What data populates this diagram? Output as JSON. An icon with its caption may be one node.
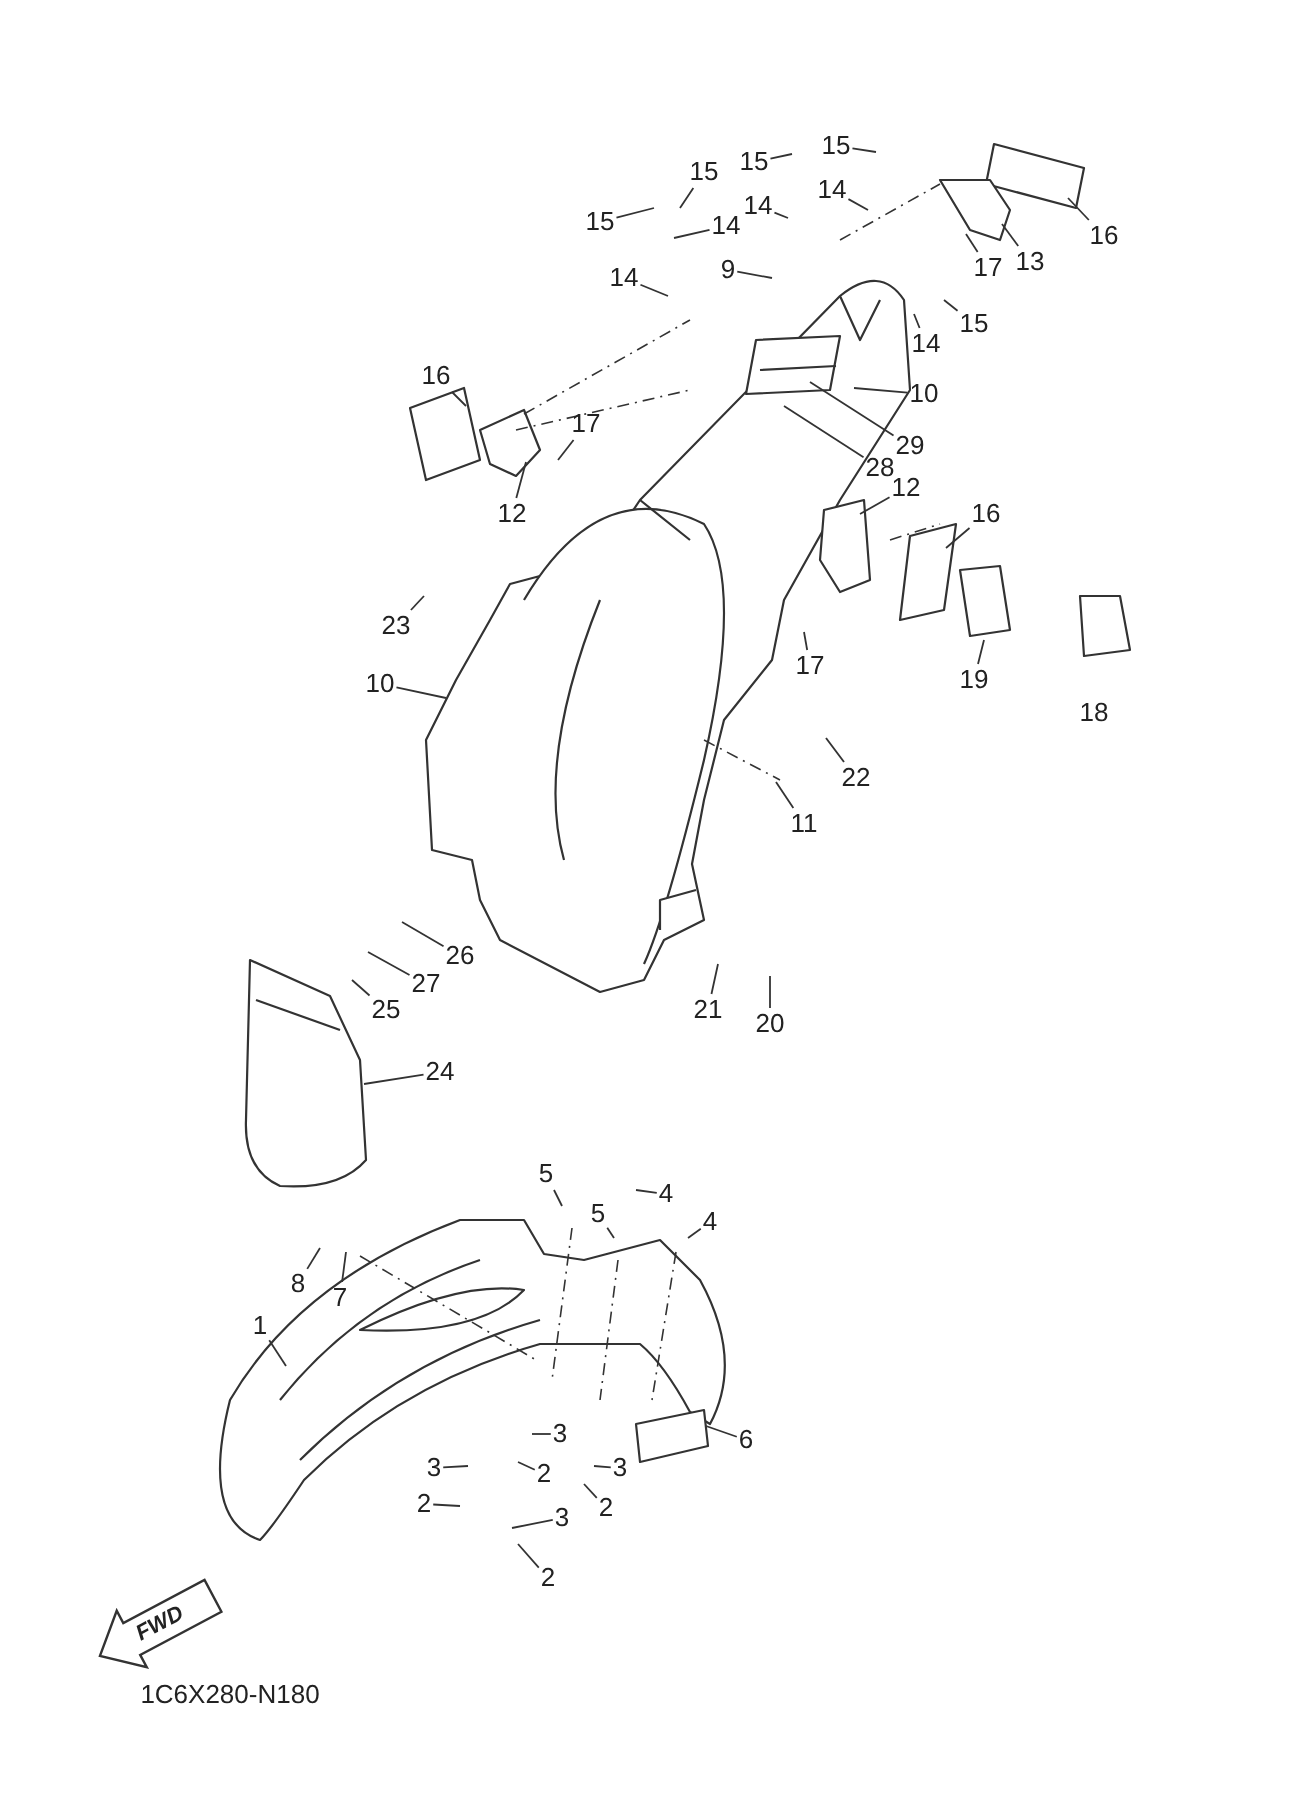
{
  "diagram": {
    "nodes": [
      {
        "text": [
          "15"
        ]
      },
      {
        "text": [
          "15"
        ]
      },
      {
        "text": [
          "15"
        ]
      },
      {
        "text": [
          "14"
        ]
      },
      {
        "text": [
          "14"
        ]
      },
      {
        "text": [
          "15"
        ]
      },
      {
        "text": [
          "14"
        ]
      },
      {
        "text": [
          "16"
        ]
      },
      {
        "text": [
          "13"
        ]
      },
      {
        "text": [
          "9"
        ]
      },
      {
        "text": [
          "17"
        ]
      },
      {
        "text": [
          "14"
        ]
      },
      {
        "text": [
          "15"
        ]
      },
      {
        "text": [
          "14"
        ]
      },
      {
        "text": [
          "16"
        ]
      },
      {
        "text": [
          "10"
        ]
      },
      {
        "text": [
          "17"
        ]
      },
      {
        "text": [
          "29"
        ]
      },
      {
        "text": [
          "28"
        ]
      },
      {
        "text": [
          "12"
        ]
      },
      {
        "text": [
          "12"
        ]
      },
      {
        "text": [
          "16"
        ]
      },
      {
        "text": [
          "23"
        ]
      },
      {
        "text": [
          "17"
        ]
      },
      {
        "text": [
          "19"
        ]
      },
      {
        "text": [
          "10"
        ]
      },
      {
        "text": [
          "22"
        ]
      },
      {
        "text": [
          "11"
        ]
      },
      {
        "text": [
          "26"
        ]
      },
      {
        "text": [
          "27"
        ]
      },
      {
        "text": [
          "25"
        ]
      },
      {
        "text": [
          "21"
        ]
      },
      {
        "text": [
          "20"
        ]
      },
      {
        "text": [
          "24"
        ]
      },
      {
        "text": [
          "5"
        ]
      },
      {
        "text": [
          "4"
        ]
      },
      {
        "text": [
          "5"
        ]
      },
      {
        "text": [
          "4"
        ]
      },
      {
        "text": [
          "8"
        ]
      },
      {
        "text": [
          "7"
        ]
      },
      {
        "text": [
          "1"
        ]
      },
      {
        "text": [
          "3"
        ]
      },
      {
        "text": [
          "6"
        ]
      },
      {
        "text": [
          "3"
        ]
      },
      {
        "text": [
          "2"
        ]
      },
      {
        "text": [
          "3"
        ]
      },
      {
        "text": [
          "2"
        ]
      },
      {
        "text": [
          "2"
        ]
      },
      {
        "text": [
          "3"
        ]
      },
      {
        "text": [
          "2"
        ]
      }
    ],
    "edges": [
      {
        "from": 0,
        "to": null,
        "arrow": "none"
      },
      {
        "from": 1,
        "to": null,
        "arrow": "none"
      },
      {
        "from": 2,
        "to": null,
        "arrow": "none"
      },
      {
        "from": 3,
        "to": null,
        "arrow": "none"
      },
      {
        "from": 4,
        "to": null,
        "arrow": "none"
      },
      {
        "from": 5,
        "to": null,
        "arrow": "none"
      },
      {
        "from": 6,
        "to": null,
        "arrow": "none"
      },
      {
        "from": 7,
        "to": null,
        "arrow": "none"
      },
      {
        "from": 8,
        "to": null,
        "arrow": "none"
      },
      {
        "from": 9,
        "to": null,
        "arrow": "none"
      },
      {
        "from": 10,
        "to": null,
        "arrow": "none"
      },
      {
        "from": 11,
        "to": null,
        "arrow": "none"
      },
      {
        "from": 12,
        "to": null,
        "arrow": "none"
      },
      {
        "from": 13,
        "to": null,
        "arrow": "none"
      },
      {
        "from": 14,
        "to": null,
        "arrow": "none"
      },
      {
        "from": 15,
        "to": null,
        "arrow": "none"
      },
      {
        "from": 16,
        "to": null,
        "arrow": "none"
      },
      {
        "from": 17,
        "to": null,
        "arrow": "none"
      },
      {
        "from": 18,
        "to": null,
        "arrow": "none"
      },
      {
        "from": 19,
        "to": null,
        "arrow": "none"
      },
      {
        "from": 20,
        "to": null,
        "arrow": "none"
      },
      {
        "from": 21,
        "to": null,
        "arrow": "none"
      },
      {
        "from": 22,
        "to": null,
        "arrow": "none"
      },
      {
        "from": 23,
        "to": null,
        "arrow": "none"
      },
      {
        "from": 24,
        "to": null,
        "arrow": "none"
      },
      {
        "from": 25,
        "to": null,
        "arrow": "none"
      },
      {
        "from": 26,
        "to": null,
        "arrow": "none"
      },
      {
        "from": 27,
        "to": null,
        "arrow": "none"
      },
      {
        "from": 28,
        "to": null,
        "arrow": "none"
      },
      {
        "from": 29,
        "to": null,
        "arrow": "none"
      },
      {
        "from": 30,
        "to": null,
        "arrow": "none"
      },
      {
        "from": 31,
        "to": null,
        "arrow": "none"
      },
      {
        "from": 32,
        "to": null,
        "arrow": "none"
      },
      {
        "from": 33,
        "to": null,
        "arrow": "none"
      },
      {
        "from": 34,
        "to": null,
        "arrow": "none"
      },
      {
        "from": 35,
        "to": null,
        "arrow": "none"
      },
      {
        "from": 36,
        "to": null,
        "arrow": "none"
      },
      {
        "from": 37,
        "to": null,
        "arrow": "none"
      },
      {
        "from": 38,
        "to": null,
        "arrow": "none"
      },
      {
        "from": 39,
        "to": null,
        "arrow": "none"
      },
      {
        "from": 40,
        "to": null,
        "arrow": "none"
      },
      {
        "from": 41,
        "to": null,
        "arrow": "none"
      },
      {
        "from": 42,
        "to": null,
        "arrow": "none"
      },
      {
        "from": 43,
        "to": null,
        "arrow": "none"
      },
      {
        "from": 44,
        "to": null,
        "arrow": "none"
      },
      {
        "from": 45,
        "to": null,
        "arrow": "none"
      },
      {
        "from": 46,
        "to": null,
        "arrow": "none"
      },
      {
        "from": 47,
        "to": null,
        "arrow": "none"
      },
      {
        "from": 48,
        "to": null,
        "arrow": "none"
      },
      {
        "from": 49,
        "to": null,
        "arrow": "none"
      }
    ],
    "labels": [
      "18",
      "FWD",
      "1C6X280-N180"
    ]
  }
}
